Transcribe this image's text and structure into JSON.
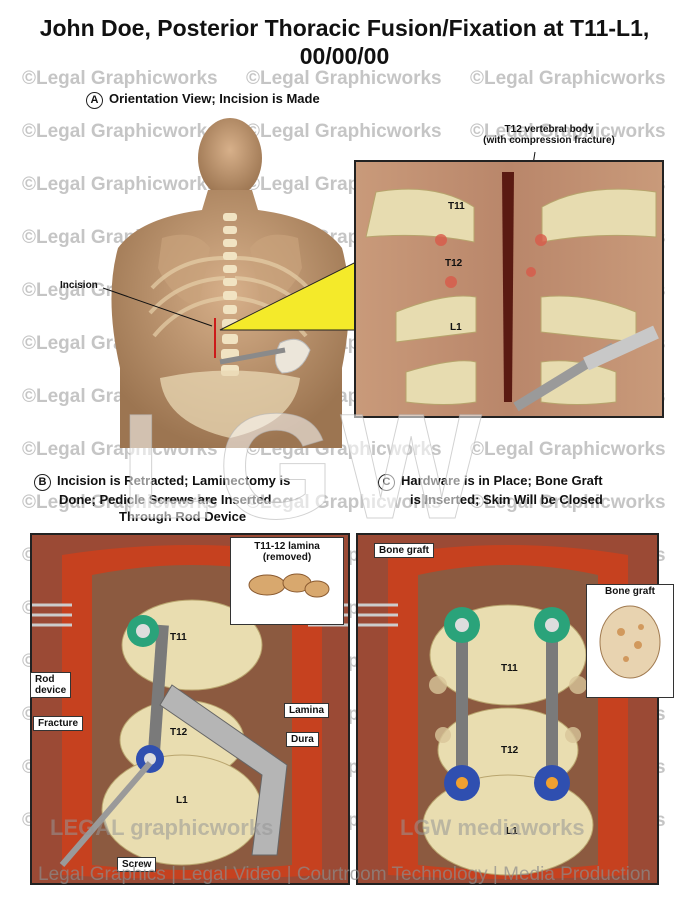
{
  "title_line1": "John Doe, Posterior Thoracic Fusion/Fixation at T11-L1,",
  "title_line2": "00/00/00",
  "watermark_text": "©Legal Graphicworks",
  "section_a": {
    "letter": "A",
    "heading": "Orientation View; Incision is Made",
    "incision_label": "Incision"
  },
  "inset_a": {
    "callout_line1": "T12 vertebral body",
    "callout_line2": "(with compression fracture)",
    "t11": "T11",
    "t12": "T12",
    "l1": "L1"
  },
  "section_b": {
    "letter": "B",
    "heading_line1": "Incision is Retracted; Laminectomy is",
    "heading_line2": "Done; Pedicle Screws are Inserted",
    "heading_line3": "Through Rod Device",
    "lamina_box_line1": "T11-12 lamina",
    "lamina_box_line2": "(removed)",
    "rod_device_line1": "Rod",
    "rod_device_line2": "device",
    "fracture": "Fracture",
    "lamina": "Lamina",
    "dura": "Dura",
    "screw": "Screw",
    "t11": "T11",
    "t12": "T12",
    "l1": "L1"
  },
  "section_c": {
    "letter": "C",
    "heading_line1": "Hardware is in Place; Bone Graft",
    "heading_line2": "is Inserted; Skin Will be Closed",
    "bone_graft": "Bone graft",
    "bone_graft_inset": "Bone graft",
    "t11": "T11",
    "t12": "T12",
    "l1": "L1"
  },
  "big_watermark": "LGW",
  "footer_mark_left": "LEGAL graphicworks",
  "footer_mark_right": "LGW mediaworks",
  "footer": "Legal Graphics | Legal Video | Courtroom Technology | Media Production",
  "colors": {
    "tissue": "#9b4a35",
    "bone": "#e9ddb0",
    "hardware_green": "#2aa37a",
    "hardware_blue": "#2f4fb0",
    "pointer_yellow": "#f4ea2a"
  }
}
